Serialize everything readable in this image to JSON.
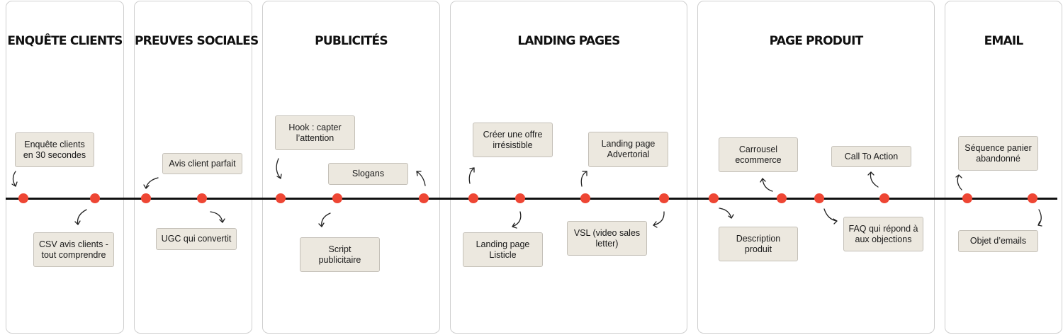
{
  "columns": [
    {
      "title": "ENQUÊTE CLIENTS"
    },
    {
      "title": "PREUVES SOCIALES"
    },
    {
      "title": "PUBLICITÉS"
    },
    {
      "title": "LANDING PAGES"
    },
    {
      "title": "PAGE PRODUIT"
    },
    {
      "title": "EMAIL"
    }
  ],
  "cards": {
    "enquete_clients": "Enquête clients\nen 30 secondes",
    "csv_avis": "CSV avis clients -\ntout comprendre",
    "avis_client": "Avis client parfait",
    "ugc": "UGC qui convertit",
    "hook": "Hook : capter\nl’attention",
    "slogans": "Slogans",
    "script_pub": "Script\npublicitaire",
    "creer_offre": "Créer une offre\nirrésistible",
    "lp_listicle": "Landing page\nListicle",
    "lp_advertorial": "Landing page\nAdvertorial",
    "vsl": "VSL (video sales\nletter)",
    "carrousel": "Carrousel\necommerce",
    "description": "Description\nproduit",
    "cta": "Call To Action",
    "faq": "FAQ qui répond à\naux objections",
    "sequence_panier": "Séquence panier\nabandonné",
    "objet_emails": "Objet d’emails"
  }
}
